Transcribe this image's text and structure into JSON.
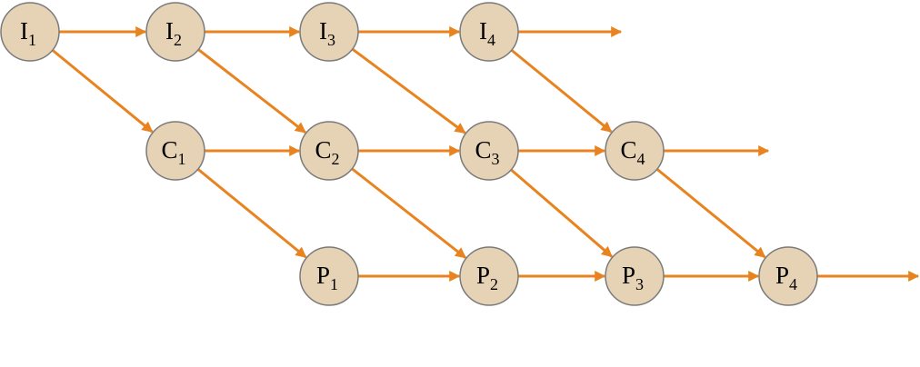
{
  "diagram": {
    "colors": {
      "node_fill": "#e6d3b5",
      "node_stroke": "#7a7a7a",
      "edge": "#e8831f"
    },
    "nodes": [
      {
        "id": "I1",
        "letter": "I",
        "sub": "1"
      },
      {
        "id": "I2",
        "letter": "I",
        "sub": "2"
      },
      {
        "id": "I3",
        "letter": "I",
        "sub": "3"
      },
      {
        "id": "I4",
        "letter": "I",
        "sub": "4"
      },
      {
        "id": "C1",
        "letter": "C",
        "sub": "1"
      },
      {
        "id": "C2",
        "letter": "C",
        "sub": "2"
      },
      {
        "id": "C3",
        "letter": "C",
        "sub": "3"
      },
      {
        "id": "C4",
        "letter": "C",
        "sub": "4"
      },
      {
        "id": "P1",
        "letter": "P",
        "sub": "1"
      },
      {
        "id": "P2",
        "letter": "P",
        "sub": "2"
      },
      {
        "id": "P3",
        "letter": "P",
        "sub": "3"
      },
      {
        "id": "P4",
        "letter": "P",
        "sub": "4"
      }
    ],
    "edges": [
      {
        "from": "I1",
        "to": "I2"
      },
      {
        "from": "I2",
        "to": "I3"
      },
      {
        "from": "I3",
        "to": "I4"
      },
      {
        "from": "I4",
        "to": null
      },
      {
        "from": "I1",
        "to": "C1"
      },
      {
        "from": "I2",
        "to": "C2"
      },
      {
        "from": "I3",
        "to": "C3"
      },
      {
        "from": "I4",
        "to": "C4"
      },
      {
        "from": "C1",
        "to": "C2"
      },
      {
        "from": "C2",
        "to": "C3"
      },
      {
        "from": "C3",
        "to": "C4"
      },
      {
        "from": "C4",
        "to": null
      },
      {
        "from": "C1",
        "to": "P1"
      },
      {
        "from": "C2",
        "to": "P2"
      },
      {
        "from": "C3",
        "to": "P3"
      },
      {
        "from": "C4",
        "to": "P4"
      },
      {
        "from": "P1",
        "to": "P2"
      },
      {
        "from": "P2",
        "to": "P3"
      },
      {
        "from": "P3",
        "to": "P4"
      },
      {
        "from": "P4",
        "to": null
      }
    ]
  }
}
